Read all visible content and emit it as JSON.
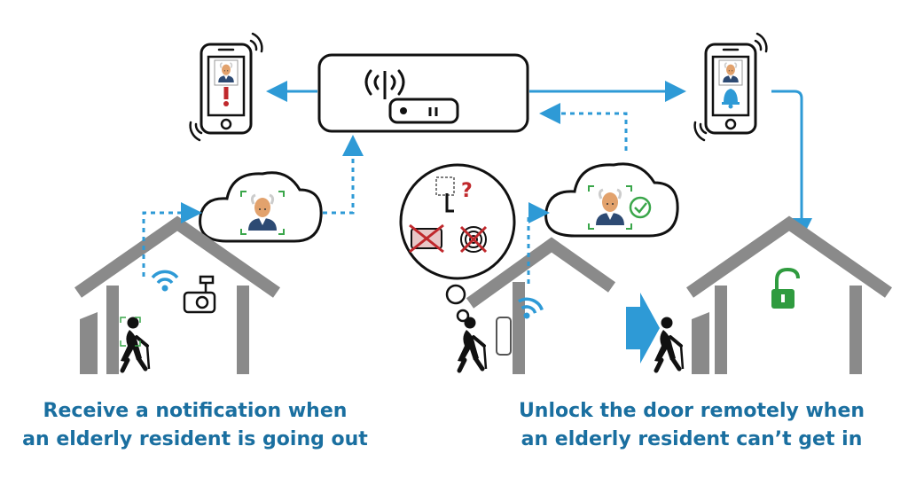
{
  "captions": {
    "left_line1": "Receive a notification when",
    "left_line2": "an elderly resident is going out",
    "right_line1": "Unlock the door remotely when",
    "right_line2": "an elderly resident can’t get in"
  },
  "colors": {
    "arrow_blue": "#2e9ad6",
    "caption_blue": "#1a6fa0",
    "house_gray": "#8a8a8a",
    "alert_red": "#c0282c",
    "face_frame_green": "#3aa64a",
    "lock_green": "#2f9b3f",
    "check_green": "#3aa64a"
  },
  "icons": {
    "gateway": "wifi-router-icon",
    "phone_left": "smartphone-alert-icon",
    "phone_right": "smartphone-bell-icon",
    "cloud_left": "cloud-face-recognition-icon",
    "cloud_right": "cloud-face-verified-icon",
    "camera": "security-camera-icon",
    "lock": "unlocked-padlock-icon",
    "thought": "thought-bubble-icon"
  }
}
